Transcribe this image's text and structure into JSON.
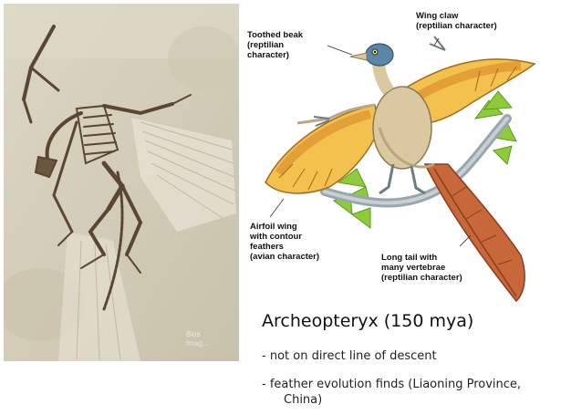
{
  "left_panel": {
    "watermark": "Bios\nImag..."
  },
  "illustration": {
    "labels": {
      "toothed_beak": "Toothed beak\n(reptilian\ncharacter)",
      "wing_claw": "Wing claw\n(reptilian character)",
      "airfoil_wing": "Airfoil wing\nwith contour\nfeathers\n(avian character)",
      "long_tail": "Long tail with\nmany vertebrae\n(reptilian character)"
    }
  },
  "slide": {
    "title": "Archeopteryx (150 mya)",
    "bullets": [
      {
        "line1": "- not on direct line of descent",
        "line2": ""
      },
      {
        "line1": "- feather evolution finds (Liaoning Province,",
        "line2": "China)"
      }
    ]
  }
}
